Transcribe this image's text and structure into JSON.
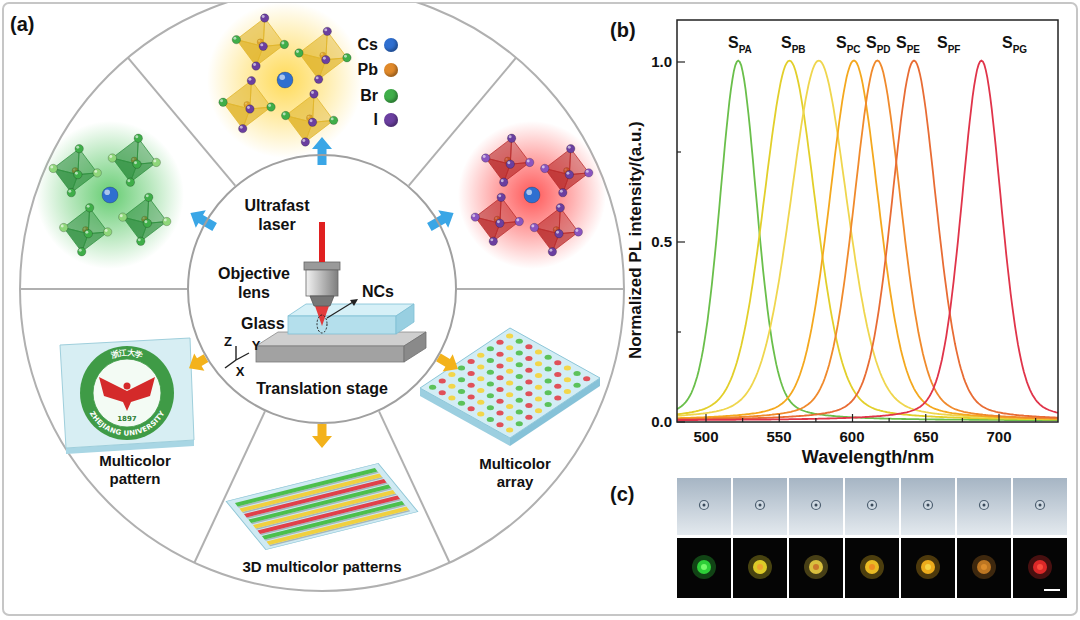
{
  "diagram": {
    "nodes": [
      {
        "text": [
          "Ultrafast laser",
          "Objective lens",
          "NCs",
          "Glass",
          "Translation stage"
        ]
      },
      {
        "text": [
          "Multicolor pattern"
        ]
      },
      {
        "text": [
          "3D multicolor patterns"
        ]
      },
      {
        "text": [
          "Multicolor array"
        ]
      }
    ],
    "edges": [
      {
        "from": 0,
        "to": 1,
        "arrow": "to"
      },
      {
        "from": 0,
        "to": 2,
        "arrow": "to"
      },
      {
        "from": 0,
        "to": 3,
        "arrow": "to"
      }
    ],
    "labels": [
      "(a)",
      "Z",
      "Y",
      "X",
      "(b)",
      "Normalized PL intensity/(a.u.)",
      "1.0",
      "0.5",
      "0.0",
      "500",
      "550",
      "600",
      "650",
      "700",
      "Wavelength/nm",
      "S",
      "PA",
      "S",
      "PB",
      "S",
      "PC",
      "S",
      "PD",
      "S",
      "PE",
      "S",
      "PF",
      "S",
      "PG",
      "(c)",
      "浙江大学",
      "1897",
      "ZHEJIANG UNIVERSITY"
    ],
    "legend": [
      {
        "text": "Cs",
        "color": "#2f6fd0"
      },
      {
        "text": "Pb",
        "color": "#e0892a"
      },
      {
        "text": "Br",
        "color": "#3fae49"
      },
      {
        "text": "I",
        "color": "#6b3fa0"
      }
    ]
  }
}
